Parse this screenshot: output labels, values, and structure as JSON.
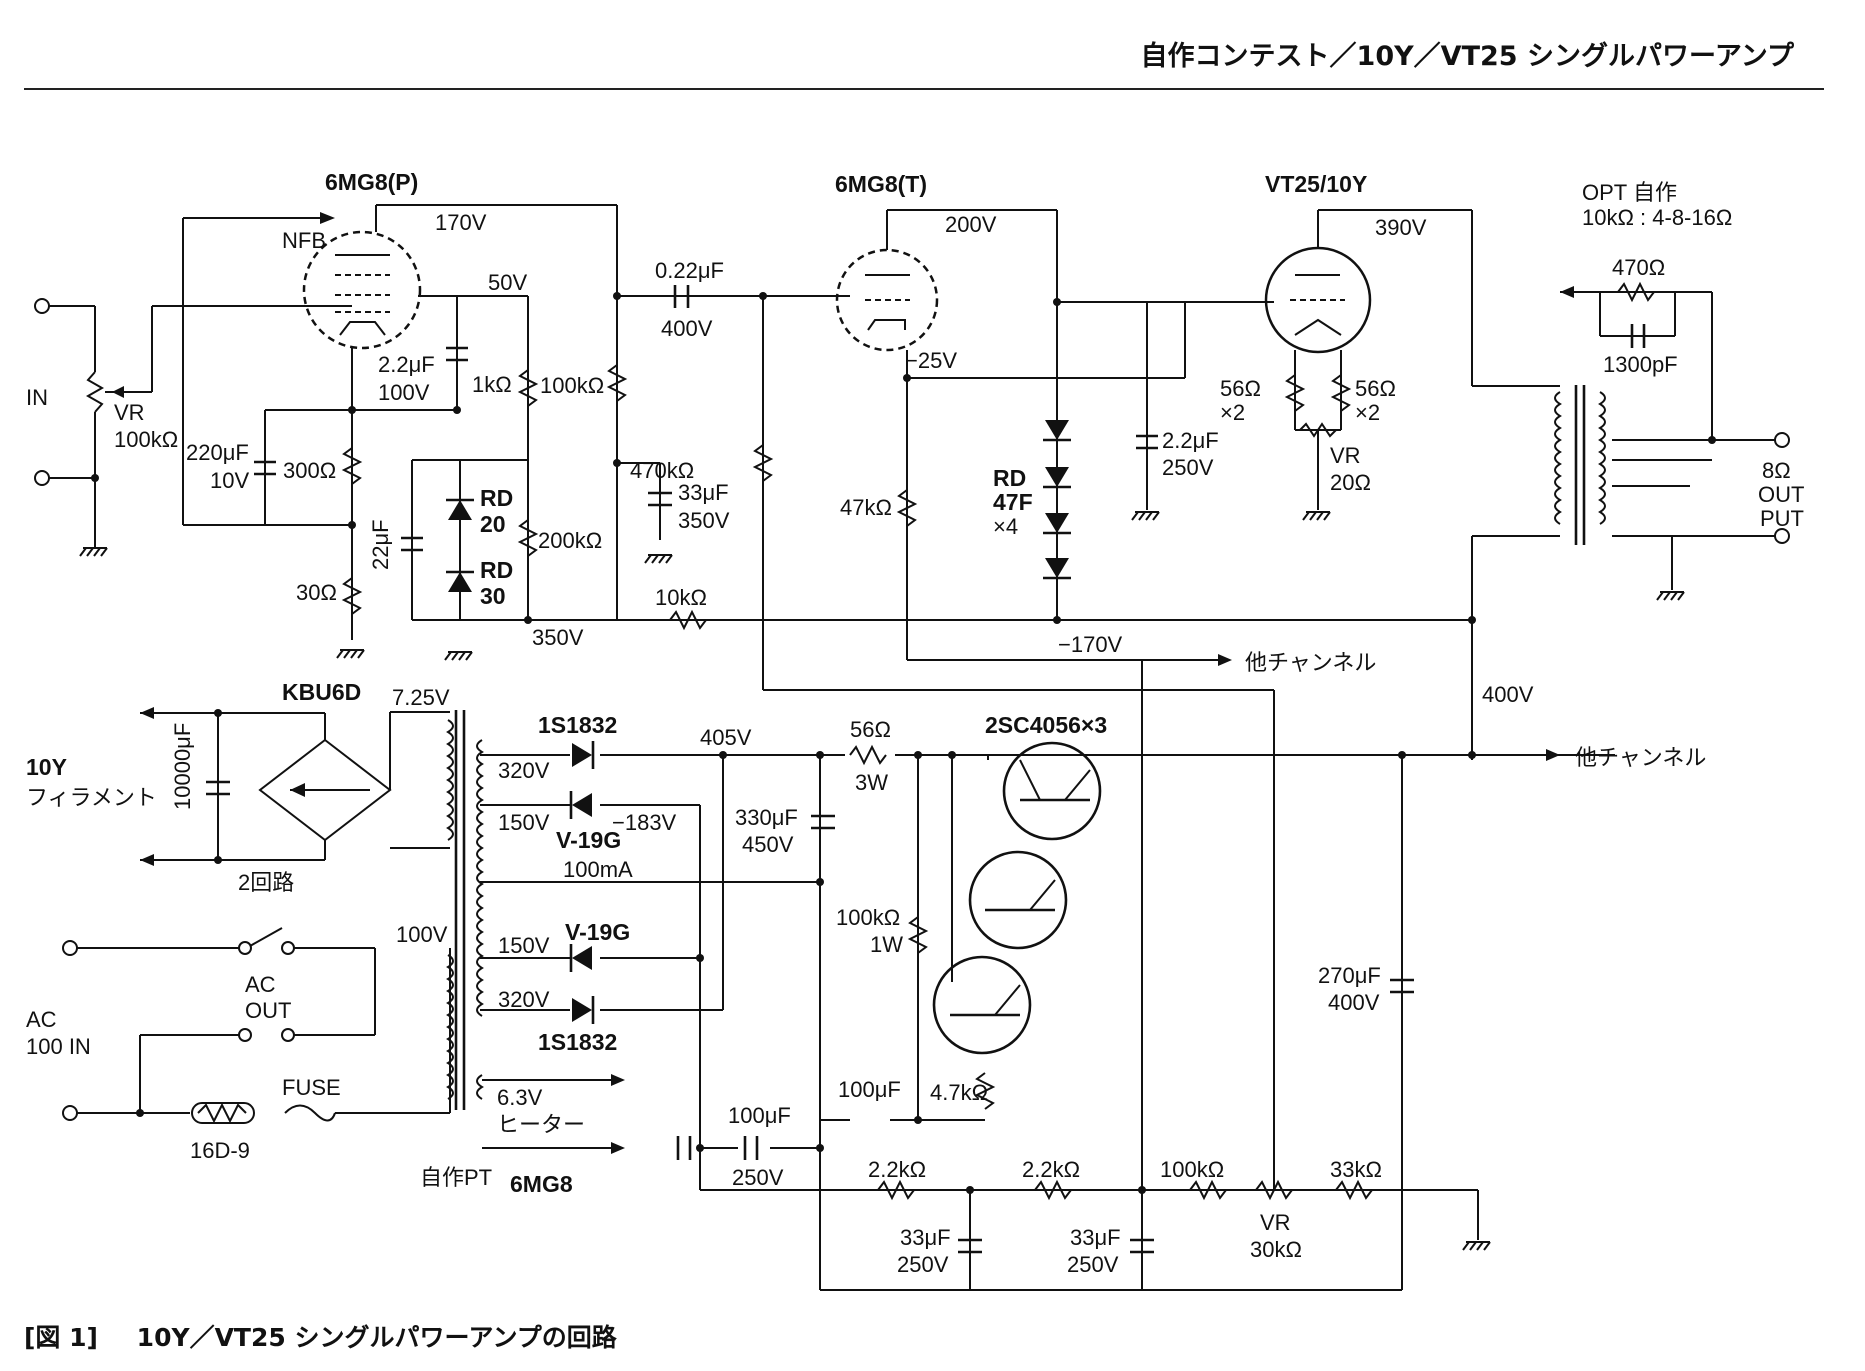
{
  "header": {
    "title": "自作コンテスト／10Y／VT25 シングルパワーアンプ"
  },
  "caption": {
    "figure_number": "[図 1]",
    "text": "10Y／VT25 シングルパワーアンプの回路"
  },
  "labels": {
    "v1": "6MG8(P)",
    "v2": "6MG8(T)",
    "v3": "VT25/10Y",
    "opt1": "OPT 自作",
    "opt2": "10kΩ : 4-8-16Ω",
    "nfb": "NFB",
    "in": "IN",
    "vr1": "VR",
    "vr1v": "100kΩ",
    "c220a": "220μF",
    "c220b": "10V",
    "r300": "300Ω",
    "r30": "30Ω",
    "c22": "22μF",
    "c22nf_a": "2.2μF",
    "c22nf_b": "100V",
    "r1k": "1kΩ",
    "v50": "50V",
    "v170": "170V",
    "rd20a": "RD",
    "rd20b": "20",
    "rd30a": "RD",
    "rd30b": "30",
    "r200k": "200kΩ",
    "v350": "350V",
    "c022a": "0.22μF",
    "c022b": "400V",
    "r100k": "100kΩ",
    "c33a": "33μF",
    "c33b": "350V",
    "r470k": "470kΩ",
    "r10k": "10kΩ",
    "v200": "200V",
    "vm25": "−25V",
    "r47k": "47kΩ",
    "rd47a": "RD",
    "rd47b": "47F",
    "rd47c": "×4",
    "c22_250a": "2.2μF",
    "c22_250b": "250V",
    "v390": "390V",
    "r56a": "56Ω",
    "r56ax": "×2",
    "r56b": "56Ω",
    "r56bx": "×2",
    "vr2a": "VR",
    "vr2b": "20Ω",
    "r470": "470Ω",
    "c1300": "1300pF",
    "out8": "8Ω",
    "out_a": "OUT",
    "out_b": "PUT",
    "vm170": "−170V",
    "other1": "他チャンネル",
    "v400": "400V",
    "other2": "他チャンネル",
    "kbu": "KBU6D",
    "v725": "7.25V",
    "fil_a": "10Y",
    "fil_b": "フィラメント",
    "c10000": "10000μF",
    "two_circ": "2回路",
    "d1": "1S1832",
    "v405": "405V",
    "r56_3w_a": "56Ω",
    "r56_3w_b": "3W",
    "tr": "2SC4056×3",
    "v320a": "320V",
    "v150a": "150V",
    "v19a": "V-19G",
    "vm183": "−183V",
    "ma100": "100mA",
    "c330a": "330μF",
    "c330b": "450V",
    "r100k1w_a": "100kΩ",
    "r100k1w_b": "1W",
    "v100": "100V",
    "v150b": "150V",
    "v19b": "V-19G",
    "v320b": "320V",
    "d2": "1S1832",
    "ac_a": "AC",
    "ac_b": "100 IN",
    "acout_a": "AC",
    "acout_b": "OUT",
    "fuse": "FUSE",
    "th": "16D-9",
    "h63": "6.3V",
    "heater": "ヒーター",
    "jisaku_pt": "自作PT",
    "mg8": "6MG8",
    "r47k_b": "4.7kΩ",
    "c100a_a": "100μF",
    "c100b_a": "100μF",
    "c100b_b": "250V",
    "r22k_a": "2.2kΩ",
    "r22k_b": "2.2kΩ",
    "c33_250a_a": "33μF",
    "c33_250a_b": "250V",
    "c33_250b_a": "33μF",
    "c33_250b_b": "250V",
    "r100k_b": "100kΩ",
    "vr3a": "VR",
    "vr3b": "30kΩ",
    "r33k": "33kΩ",
    "c270a": "270μF",
    "c270b": "400V"
  }
}
